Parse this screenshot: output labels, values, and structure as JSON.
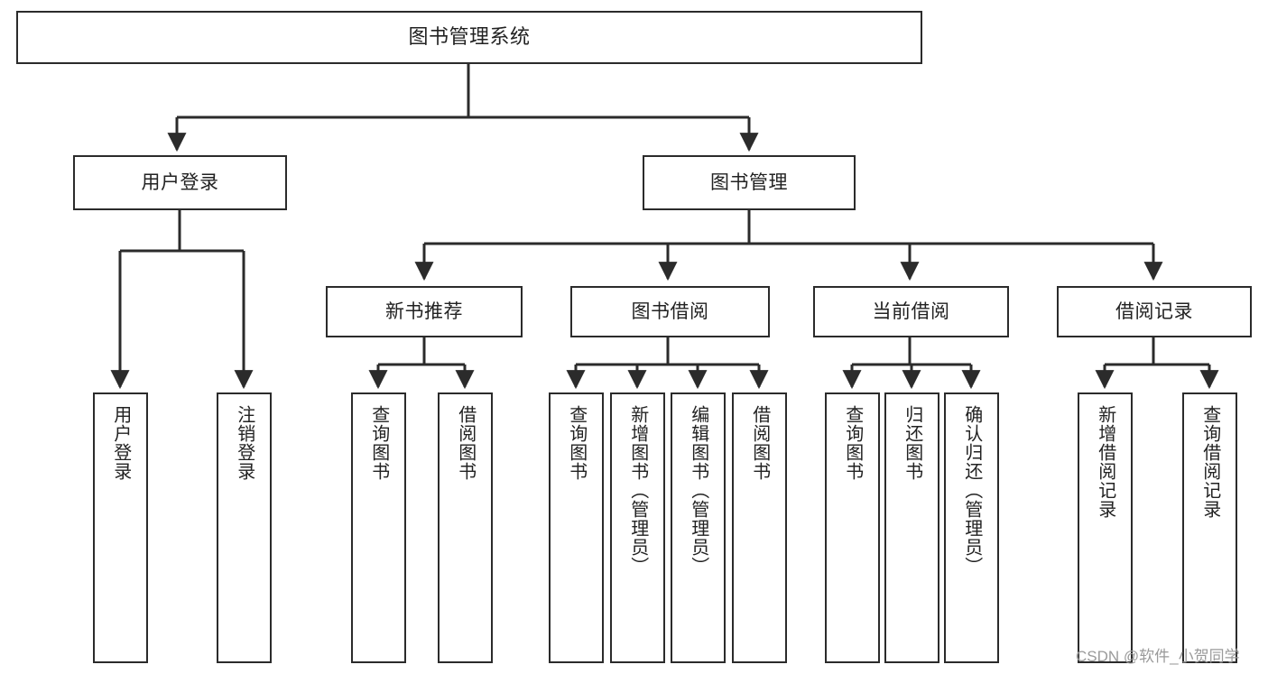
{
  "diagram": {
    "type": "tree-hierarchy",
    "title": "图书管理系统",
    "watermark": "CSDN @软件_小贺同学",
    "colors": {
      "border": "#2b2b2b",
      "background": "#ffffff",
      "text": "#222222",
      "watermark": "#9a9a9a"
    },
    "root": {
      "label": "图书管理系统"
    },
    "level2": [
      {
        "label": "用户登录"
      },
      {
        "label": "图书管理"
      }
    ],
    "level3": [
      {
        "label": "新书推荐"
      },
      {
        "label": "图书借阅"
      },
      {
        "label": "当前借阅"
      },
      {
        "label": "借阅记录"
      }
    ],
    "leaves": {
      "user_login": [
        {
          "label": "用户登录"
        },
        {
          "label": "注销登录"
        }
      ],
      "new_book_recommend": [
        {
          "label": "查询图书"
        },
        {
          "label": "借阅图书"
        }
      ],
      "book_borrow": [
        {
          "label": "查询图书"
        },
        {
          "label": "新增图书（管理员）"
        },
        {
          "label": "编辑图书（管理员）"
        },
        {
          "label": "借阅图书"
        }
      ],
      "current_borrow": [
        {
          "label": "查询图书"
        },
        {
          "label": "归还图书"
        },
        {
          "label": "确认归还（管理员）"
        }
      ],
      "borrow_record": [
        {
          "label": "新增借阅记录"
        },
        {
          "label": "查询借阅记录"
        }
      ]
    }
  }
}
